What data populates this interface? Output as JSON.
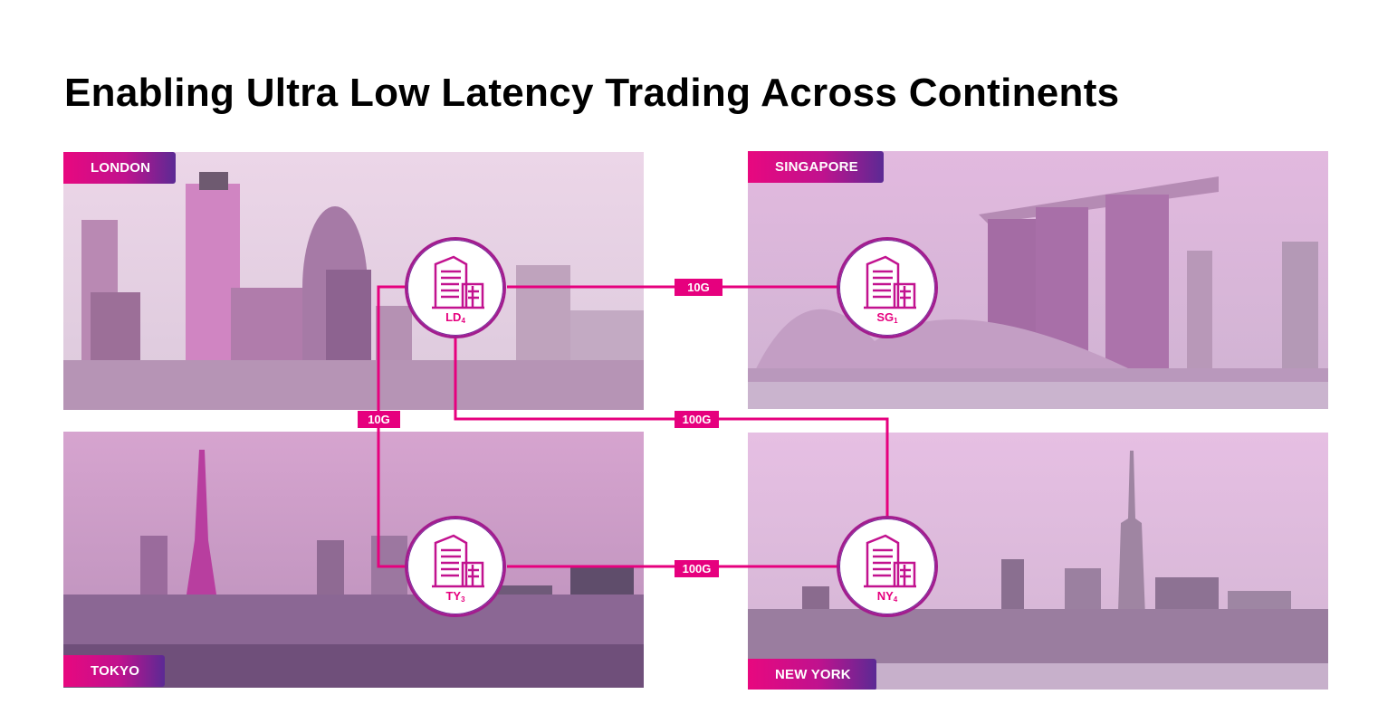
{
  "title": "Enabling Ultra Low Latency Trading Across Continents",
  "accent_color": "#e6007e",
  "secondary_color": "#5b2a94",
  "cities": {
    "london": "LONDON",
    "singapore": "SINGAPORE",
    "tokyo": "TOKYO",
    "new_york": "NEW YORK"
  },
  "nodes": {
    "ld": {
      "code": "LD",
      "sub": "4"
    },
    "sg": {
      "code": "SG",
      "sub": "1"
    },
    "ty": {
      "code": "TY",
      "sub": "3"
    },
    "ny": {
      "code": "NY",
      "sub": "4"
    }
  },
  "links": {
    "ld_sg": "10G",
    "ld_ty": "10G",
    "ld_ny": "100G",
    "ty_ny": "100G"
  }
}
